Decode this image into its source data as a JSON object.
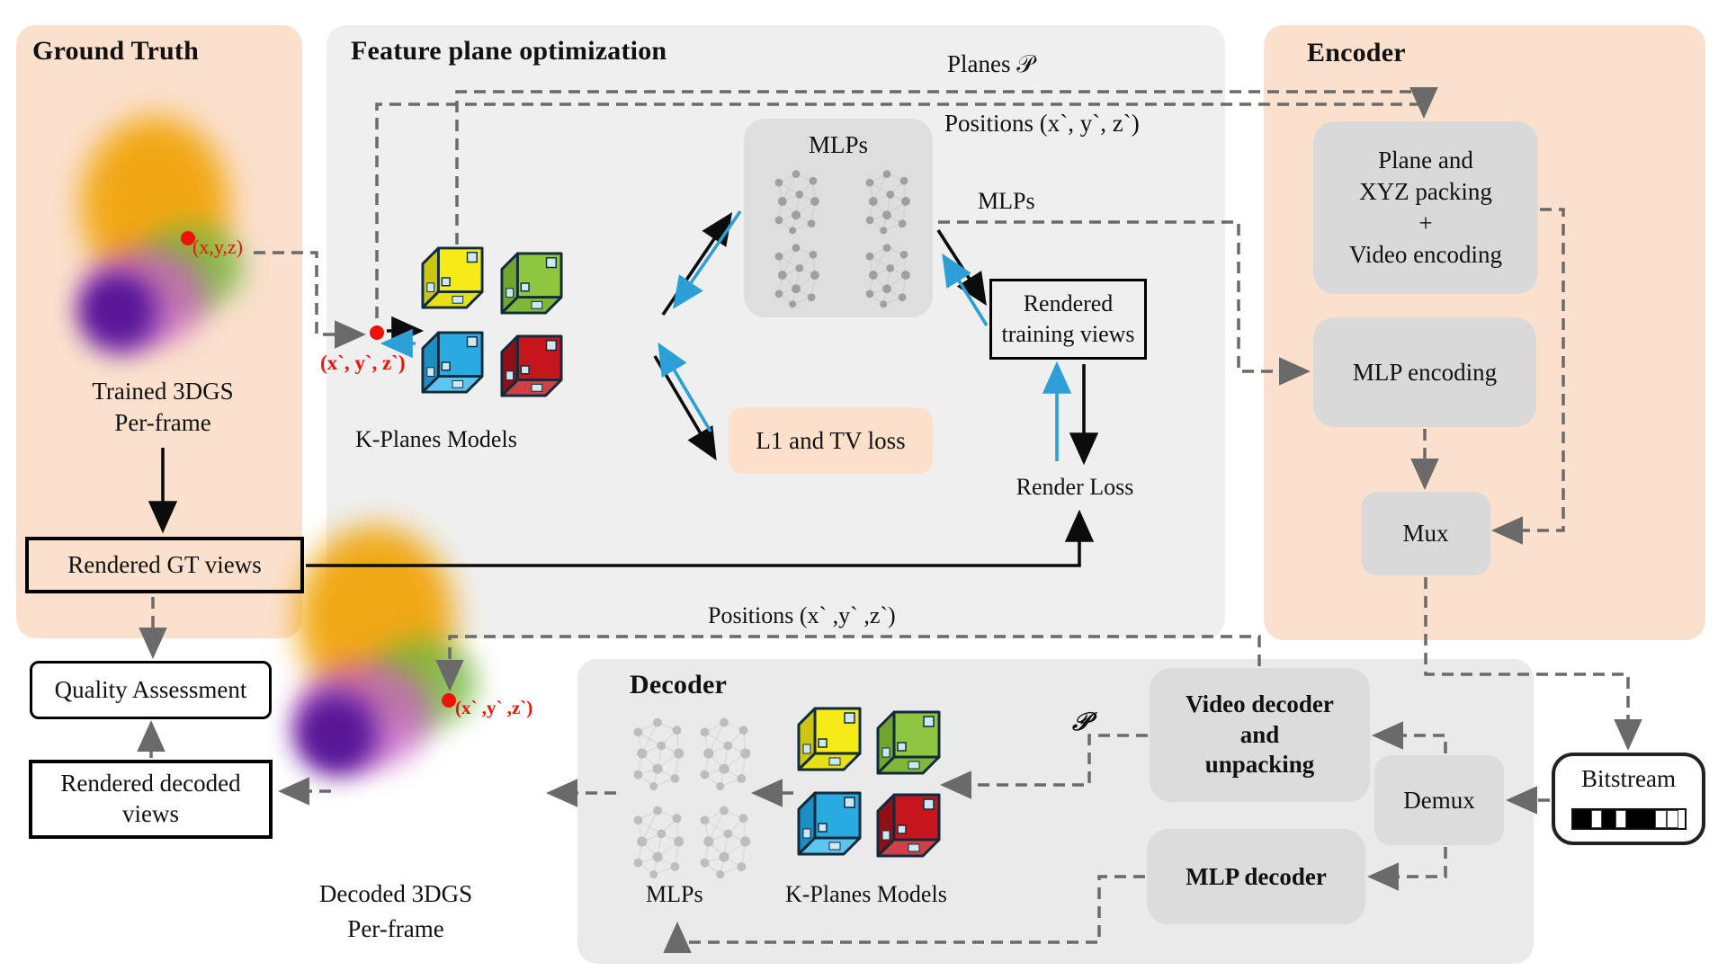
{
  "ground_truth": {
    "title": "Ground Truth",
    "point_label": "(x,y,z)",
    "trained_line1": "Trained 3DGS",
    "trained_line2": "Per-frame",
    "rendered_gt_views": "Rendered GT views"
  },
  "feature_plane": {
    "title": "Feature plane optimization",
    "warped_point_label": "(x`, y`, z`)",
    "kplanes_label": "K-Planes Models",
    "mlps_box_label": "MLPs",
    "l1_tv_loss": "L1 and TV loss",
    "rtv_line1": "Rendered",
    "rtv_line2": "training views",
    "render_loss": "Render Loss",
    "planes_line_label": "Planes 𝒫",
    "positions_line_label": "Positions (x`, y`, z`)",
    "mlps_line_label": "MLPs",
    "positions_bottom_label": "Positions (x` ,y` ,z`)"
  },
  "encoder": {
    "title": "Encoder",
    "plane_xyz_box": [
      "Plane and",
      "XYZ packing",
      "+",
      "Video encoding"
    ],
    "mlp_encoding": "MLP encoding",
    "mux": "Mux"
  },
  "decoder": {
    "title": "Decoder",
    "mlps_label": "MLPs",
    "kplanes_label": "K-Planes Models",
    "video_decoder": [
      "Video decoder",
      "and",
      "unpacking"
    ],
    "mlp_decoder": "MLP decoder",
    "demux": "Demux",
    "planes_symbol": "𝒫",
    "decoded_point_label": "(x` ,y` ,z`)"
  },
  "outputs": {
    "quality_assessment": "Quality Assessment",
    "rendered_decoded_line1": "Rendered decoded",
    "rendered_decoded_line2": "views",
    "decoded_line1": "Decoded 3DGS",
    "decoded_line2": "Per-frame",
    "bitstream": "Bitstream"
  },
  "colors": {
    "panel_peach": "#fbe0cd",
    "panel_gray": "#efefef",
    "inner_box_gray": "#d9d9d9",
    "loss_box_peach": "#fce0cc",
    "arrow_blue": "#2b9fd6",
    "accent_red": "#ee1208",
    "dash_gray": "#6a6a6a",
    "cube_yellow": "#f5eb16",
    "cube_green": "#8dc63f",
    "cube_blue": "#29abe2",
    "cube_red": "#c4161c"
  }
}
